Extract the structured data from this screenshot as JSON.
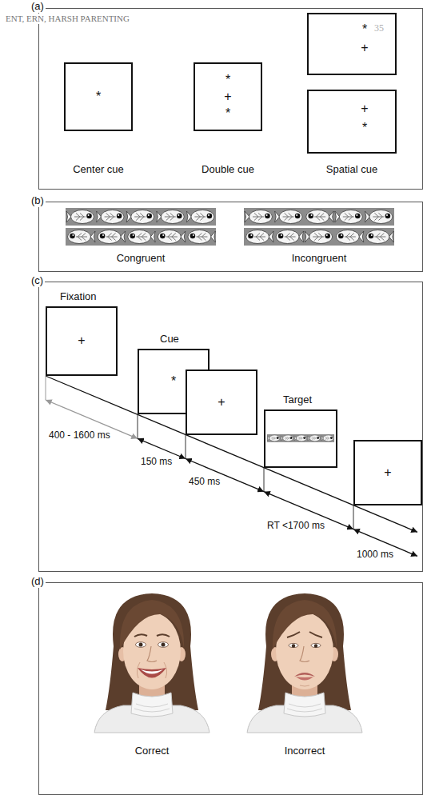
{
  "diagram": {
    "nodes": [
      {
        "text": [
          "(a)"
        ]
      },
      {
        "text": [
          "*"
        ],
        "in": 0
      },
      {
        "text": [
          "*",
          "+",
          "*"
        ],
        "in": 0
      },
      {
        "text": [
          "*",
          "+"
        ],
        "in": 0
      },
      {
        "text": [
          "+",
          "*"
        ],
        "in": 0
      },
      {
        "text": [
          "(b)"
        ]
      },
      {
        "text": [
          "(c)"
        ]
      },
      {
        "text": [
          "Fixation",
          "+"
        ],
        "in": 6
      },
      {
        "text": [
          "Cue",
          "*"
        ],
        "in": 6
      },
      {
        "text": [
          "+"
        ],
        "in": 6
      },
      {
        "text": [
          "Target"
        ],
        "in": 6
      },
      {
        "text": [
          "+"
        ],
        "in": 6
      },
      {
        "text": [
          "(d)"
        ]
      }
    ],
    "labels": [
      "ENT, ERN, HARSH PARENTING",
      "35",
      "Center cue",
      "Double cue",
      "Spatial cue",
      "Congruent",
      "Incongruent",
      "400 - 1600 ms",
      "150 ms",
      "450 ms",
      "RT <1700 ms",
      "1000 ms",
      "Correct",
      "Incorrect"
    ]
  }
}
